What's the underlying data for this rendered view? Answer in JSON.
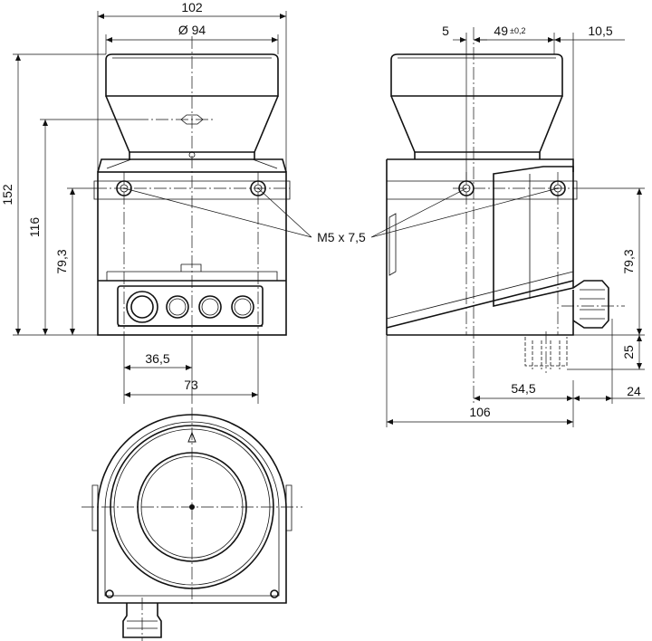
{
  "dimensions": {
    "front_width": "102",
    "front_diameter": "Ø 94",
    "height_total": "152",
    "height_116": "116",
    "height_79_3_front": "79,3",
    "dim_36_5": "36,5",
    "dim_73": "73",
    "thread_callout": "M5 x 7,5",
    "side_5": "5",
    "side_49": "49",
    "side_49_tol": "±0,2",
    "side_10_5": "10,5",
    "side_79_3": "79,3",
    "side_25": "25",
    "side_54_5": "54,5",
    "side_24": "24",
    "side_106": "106"
  }
}
